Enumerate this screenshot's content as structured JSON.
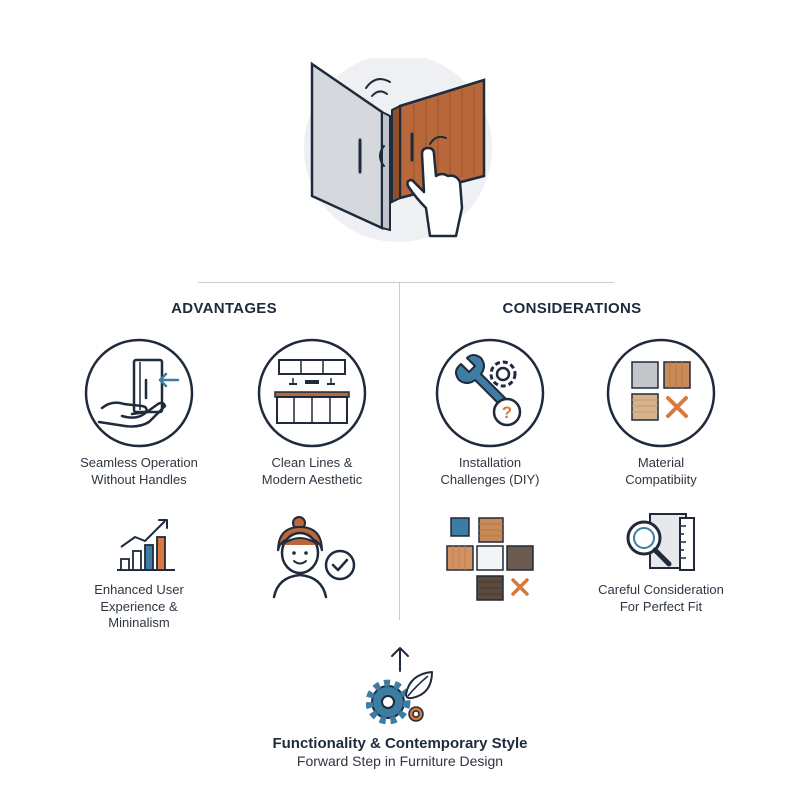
{
  "colors": {
    "ink": "#1f2a3a",
    "accent_blue": "#3d7da3",
    "wood": "#b8683a",
    "accent_orange": "#d9793f",
    "divider": "#c9ccd1",
    "backdrop": "#eef0f3"
  },
  "hero": {
    "icon": "handleless-cabinet-door-icon"
  },
  "advantages": {
    "title": "ADVANTAGES",
    "items": [
      {
        "icon": "hand-push-door-icon",
        "label_line1": "Seamless Operation",
        "label_line2": "Without Handles"
      },
      {
        "icon": "modern-kitchen-icon",
        "label_line1": "Clean Lines &",
        "label_line2": "Modern Aesthetic"
      },
      {
        "icon": "growth-bar-chart-icon",
        "label_line1": "Enhanced User",
        "label_line2": "Experience &",
        "label_line3": "Mininalism"
      },
      {
        "icon": "happy-user-check-icon"
      }
    ]
  },
  "considerations": {
    "title": "CONSIDERATIONS",
    "items": [
      {
        "icon": "wrench-gear-question-icon",
        "label_line1": "Installation",
        "label_line2": "Challenges (DIY)"
      },
      {
        "icon": "material-swatches-icon",
        "label_line1": "Material",
        "label_line2": "Compatibiity"
      },
      {
        "icon": "material-grid-mismatch-icon"
      },
      {
        "icon": "magnifier-ruler-icon",
        "label_line1": "Careful Consideration",
        "label_line2": "For Perfect Fit"
      }
    ]
  },
  "footer": {
    "icon": "gears-leaf-icon",
    "title": "Functionality & Contemporary Style",
    "subtitle": "Forward Step in Furniture Design"
  }
}
